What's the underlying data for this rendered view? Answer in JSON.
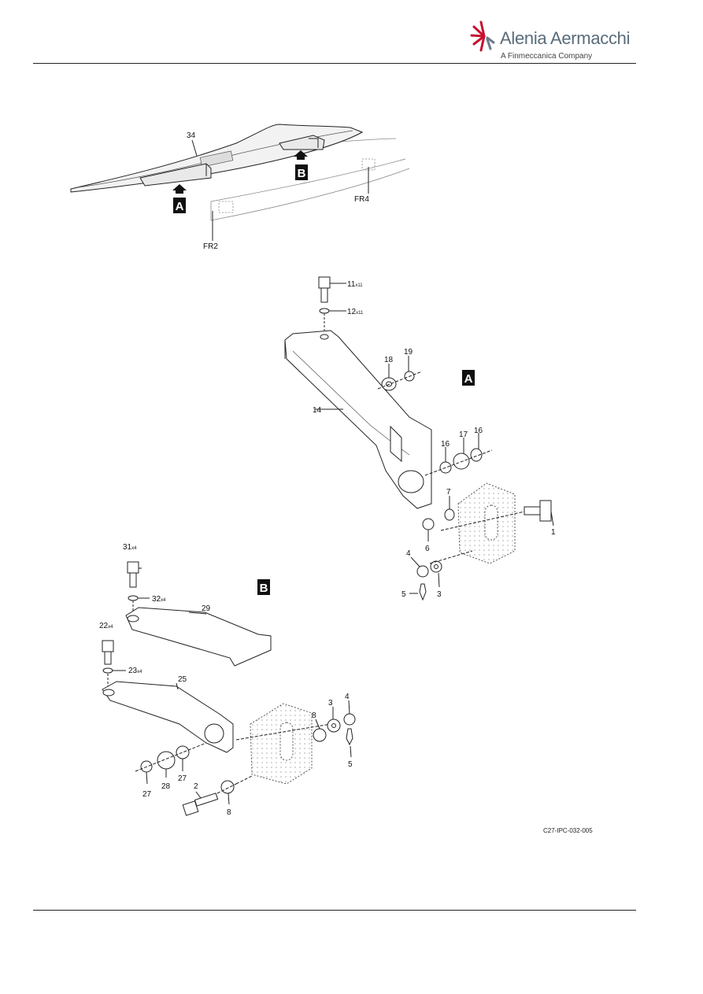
{
  "header": {
    "brand": "Alenia Aermacchi",
    "tagline": "A Finmeccanica Company"
  },
  "overview": {
    "item_34": "34",
    "frame_left": "FR2",
    "frame_right": "FR4",
    "view_a": "A",
    "view_b": "B"
  },
  "view_a": {
    "label": "A",
    "items": {
      "i11": "11",
      "q11": "x11",
      "i12": "12",
      "q12": "x11",
      "i14": "14",
      "i18": "18",
      "i19": "19",
      "i16a": "16",
      "i17": "17",
      "i16b": "16",
      "i7": "7",
      "i6": "6",
      "i1": "1",
      "i4": "4",
      "i5": "5",
      "i3": "3"
    }
  },
  "view_b": {
    "label": "B",
    "items": {
      "i31": "31",
      "q31": "x4",
      "i32": "32",
      "q32": "x4",
      "i29": "29",
      "i22": "22",
      "q22": "x4",
      "i23": "23",
      "q23": "x4",
      "i25": "25",
      "i8a": "8",
      "i3": "3",
      "i4": "4",
      "i5": "5",
      "i27a": "27",
      "i28": "28",
      "i27b": "27",
      "i2": "2",
      "i8b": "8"
    }
  },
  "figure_ref": "C27-IPC-032-005"
}
